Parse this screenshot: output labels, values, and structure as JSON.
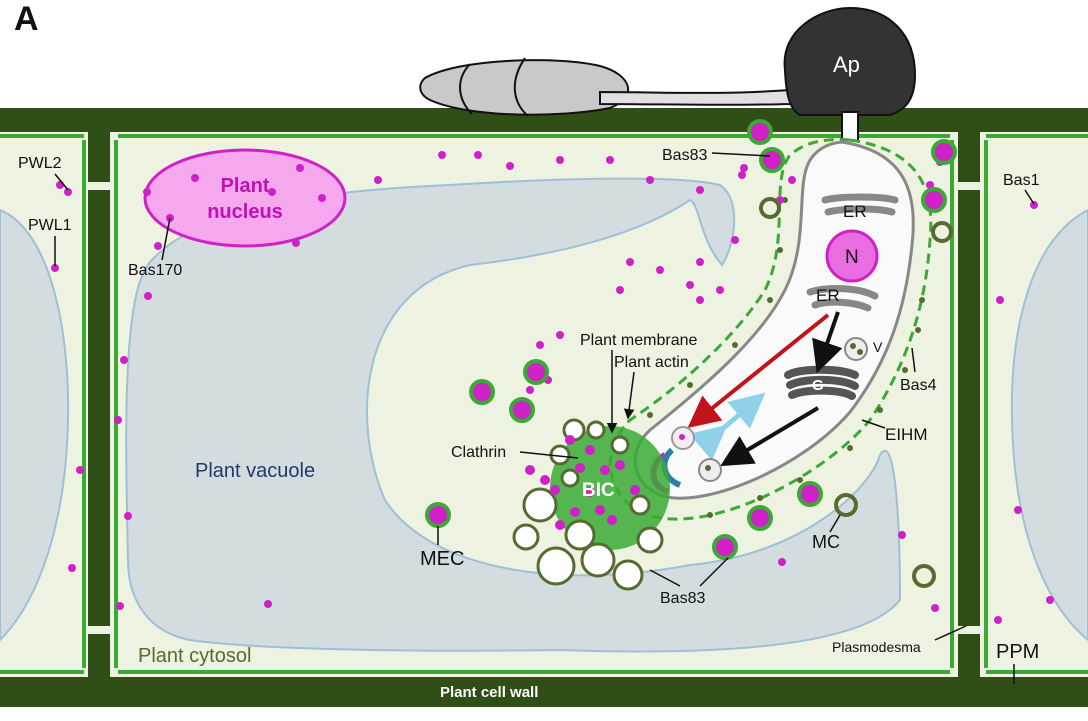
{
  "panel": "A",
  "labels": {
    "appressorium": "Ap",
    "plant_nucleus": [
      "Plant",
      "nucleus"
    ],
    "bas83": "Bas83",
    "bas1": "Bas1",
    "pwl2": "PWL2",
    "pwl1": "PWL1",
    "bas170": "Bas170",
    "er": "ER",
    "nucleus": "N",
    "vesicle": "V",
    "golgi": "G",
    "bas4": "Bas4",
    "eihm": "EIHM",
    "plant_membrane": "Plant membrane",
    "plant_actin": "Plant actin",
    "clathrin": "Clathrin",
    "plant_vacuole": "Plant vacuole",
    "bic": "BIC",
    "mec": "MEC",
    "mc": "MC",
    "plasmodesma": "Plasmodesma",
    "ppm": "PPM",
    "plant_cytosol": "Plant cytosol",
    "plant_cell_wall": "Plant cell wall"
  },
  "colors": {
    "cell_wall": "#2f4f17",
    "membrane": "#3aaa35",
    "cytosol": "#eef2e0",
    "vacuole": "#d3dde0",
    "effector": "#d020c8",
    "nucleus_fill": "#f5a8ee",
    "hypha": "#ffffff",
    "appressorium": "#333333",
    "secretion_arrow_red": "#c0141a",
    "arrow_blue": "#8fd0ea",
    "vacuole_label": "#1f3a6a",
    "cytosol_label": "#556b2f"
  }
}
